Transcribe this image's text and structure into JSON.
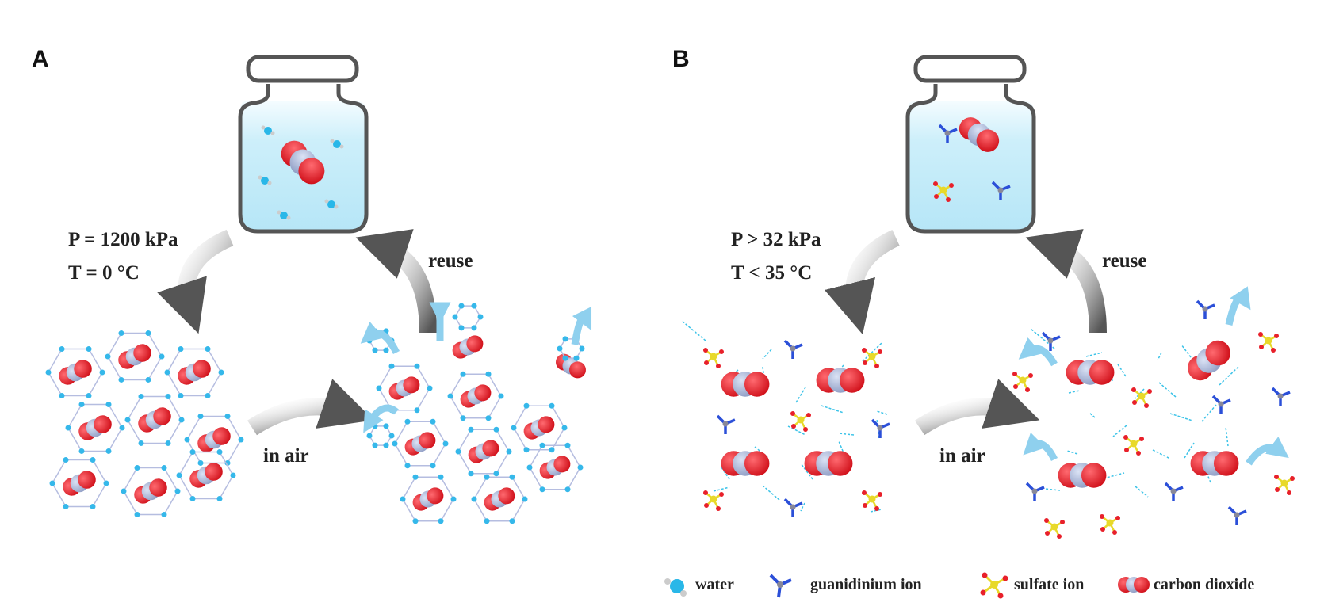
{
  "panels": [
    {
      "label": "A",
      "condition_pressure": "P = 1200 kPa",
      "condition_temperature": "T = 0 °C",
      "forward_label": "in air",
      "reuse_label": "reuse"
    },
    {
      "label": "B",
      "condition_pressure": "P > 32 kPa",
      "condition_temperature": "T < 35 °C",
      "forward_label": "in air",
      "reuse_label": "reuse"
    }
  ],
  "legend": [
    {
      "label": "water",
      "icon": "water-molecule-icon"
    },
    {
      "label": "guanidinium ion",
      "icon": "guanidinium-ion-icon"
    },
    {
      "label": "sulfate ion",
      "icon": "sulfate-ion-icon"
    },
    {
      "label": "carbon dioxide",
      "icon": "carbon-dioxide-icon"
    }
  ],
  "colors": {
    "oxygen": "#e8202a",
    "carbon": "#a9b6d8",
    "water": "#29b7e8",
    "nitrogen": "#2b4fd8",
    "sulfur": "#e8d92a",
    "solution": "#bfeaf8",
    "jar_outline": "#555555",
    "arrow": "#6a6a6a",
    "release_arrow": "#8fd0ee"
  }
}
